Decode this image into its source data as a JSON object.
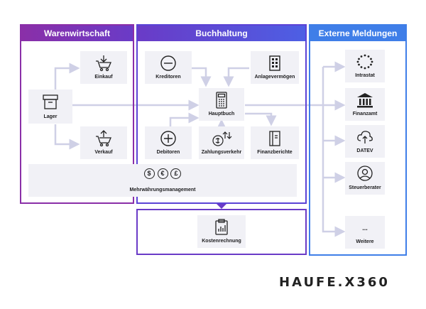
{
  "panels": {
    "warenwirtschaft": "Warenwirtschaft",
    "buchhaltung": "Buchhaltung",
    "externe": "Externe Meldungen"
  },
  "nodes": {
    "einkauf": "Einkauf",
    "lager": "Lager",
    "verkauf": "Verkauf",
    "kreditoren": "Kreditoren",
    "anlagevermoegen": "Anlagevermögen",
    "hauptbuch": "Hauptbuch",
    "debitoren": "Debitoren",
    "zahlungsverkehr": "Zahlungsverkehr",
    "finanzberichte": "Finanzberichte",
    "mehrwaehrung": "Mehrwährungsmanagement",
    "kostenrechnung": "Kostenrechnung",
    "intrastat": "Intrastat",
    "finanzamt": "Finanzamt",
    "datev": "DATEV",
    "steuerberater": "Steuerberater",
    "weitere": "Weitere",
    "weitere_dots": "..."
  },
  "currency_symbols": [
    "$",
    "€",
    "£"
  ],
  "logo": "HAUFE.X360",
  "colors": {
    "warenwirtschaft": "#8a2fa8",
    "buchhaltung": "#5b43d6",
    "externe": "#3f7ee8",
    "card": "#f1f1f6",
    "connector": "#cfd0e6"
  }
}
